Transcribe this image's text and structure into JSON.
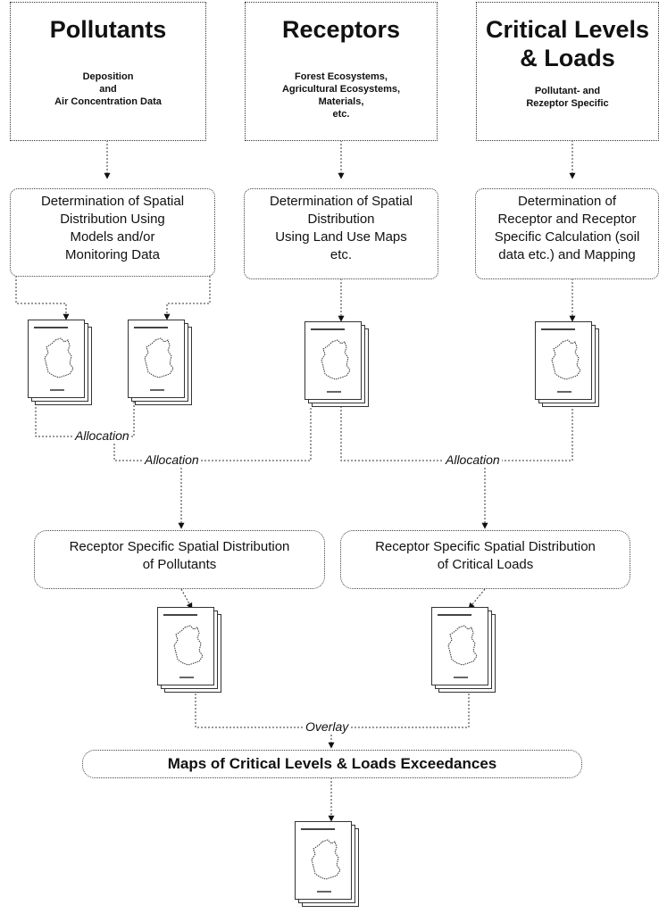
{
  "top_boxes": {
    "pollutants": {
      "title": "Pollutants",
      "sub_lines": [
        "Deposition",
        "and",
        "Air Concentration Data"
      ]
    },
    "receptors": {
      "title": "Receptors",
      "sub_lines": [
        "Forest Ecosystems,",
        "Agricultural Ecosystems,",
        "Materials,",
        "etc."
      ]
    },
    "critical": {
      "title_lines": [
        "Critical Levels",
        "& Loads"
      ],
      "sub_lines": [
        "Pollutant- and",
        "Rezeptor Specific"
      ]
    }
  },
  "process_boxes": {
    "pollutant_distribution": [
      "Determination of Spatial",
      "Distribution Using",
      "Models and/or",
      "Monitoring Data"
    ],
    "receptor_distribution": [
      "Determination of Spatial",
      "Distribution",
      "Using  Land Use Maps",
      "etc."
    ],
    "critical_determination": [
      "Determination of",
      "Receptor and Receptor",
      "Specific Calculation (soil",
      "data etc.) and Mapping"
    ]
  },
  "labels": {
    "allocation_1": "Allocation",
    "allocation_2": "Allocation",
    "allocation_3": "Allocation",
    "overlay": "Overlay"
  },
  "result_boxes": {
    "pollutants_spatial": [
      "Receptor Specific Spatial Distribution",
      "of Pollutants"
    ],
    "critical_spatial": [
      "Receptor Specific Spatial Distribution",
      "of Critical Loads"
    ]
  },
  "final_box": {
    "text": "Maps of Critical Levels & Loads Exceedances"
  },
  "colors": {
    "line": "#333333",
    "background": "#ffffff"
  }
}
